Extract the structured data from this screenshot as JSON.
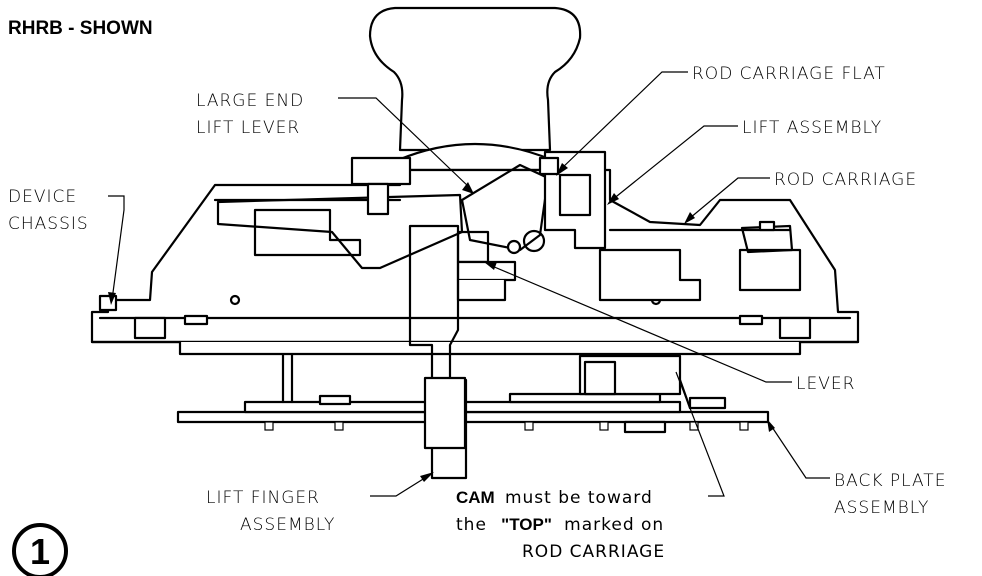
{
  "title": "RHRB - SHOWN",
  "step_number": "1",
  "callouts": {
    "rod_carriage_flat": "ROD CARRIAGE FLAT",
    "large_end_1": "LARGE END",
    "large_end_2": "LIFT LEVER",
    "lift_assembly": "LIFT ASSEMBLY",
    "rod_carriage": "ROD CARRIAGE",
    "device_1": "DEVICE",
    "device_2": "CHASSIS",
    "lever": "LEVER",
    "back_plate_1": "BACK PLATE",
    "back_plate_2": "ASSEMBLY",
    "lift_finger_1": "LIFT FINGER",
    "lift_finger_2": "ASSEMBLY"
  },
  "note": {
    "cam": "CAM",
    "line1_rest": "must be toward",
    "line2_pre": "the",
    "top": "\"TOP\"",
    "line2_rest": "marked on",
    "line3": "ROD CARRIAGE"
  }
}
